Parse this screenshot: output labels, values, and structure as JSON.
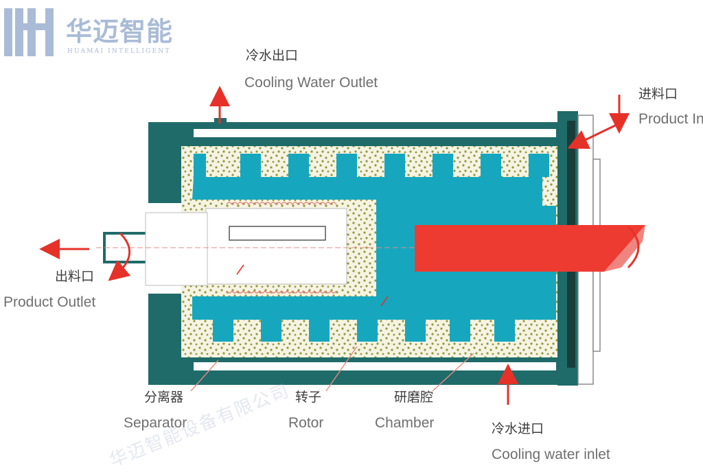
{
  "brand": {
    "name_cn": "华迈智能",
    "name_en": "HUAMAI INTELLIGENT"
  },
  "labels": {
    "cooling_outlet_cn": "冷水出口",
    "cooling_outlet_en": "Cooling Water Outlet",
    "product_inlet_cn": "进料口",
    "product_inlet_en": "Product In",
    "product_outlet_cn": "出料口",
    "product_outlet_en": "Product Outlet",
    "separator_cn": "分离器",
    "separator_en": "Separator",
    "rotor_cn": "转子",
    "rotor_en": "Rotor",
    "chamber_cn": "研磨腔",
    "chamber_en": "Chamber",
    "cooling_inlet_cn": "冷水进口",
    "cooling_inlet_en": "Cooling water inlet"
  },
  "watermark": "华迈智能设备有限公司",
  "colors": {
    "housing": "#1f6b69",
    "rotor": "#16a7bf",
    "shaft": "#ee3b32",
    "arrow": "#e63129",
    "beads": "#8d9a3c",
    "media": "#f6f3e3",
    "brand": "#a9bbd6"
  }
}
